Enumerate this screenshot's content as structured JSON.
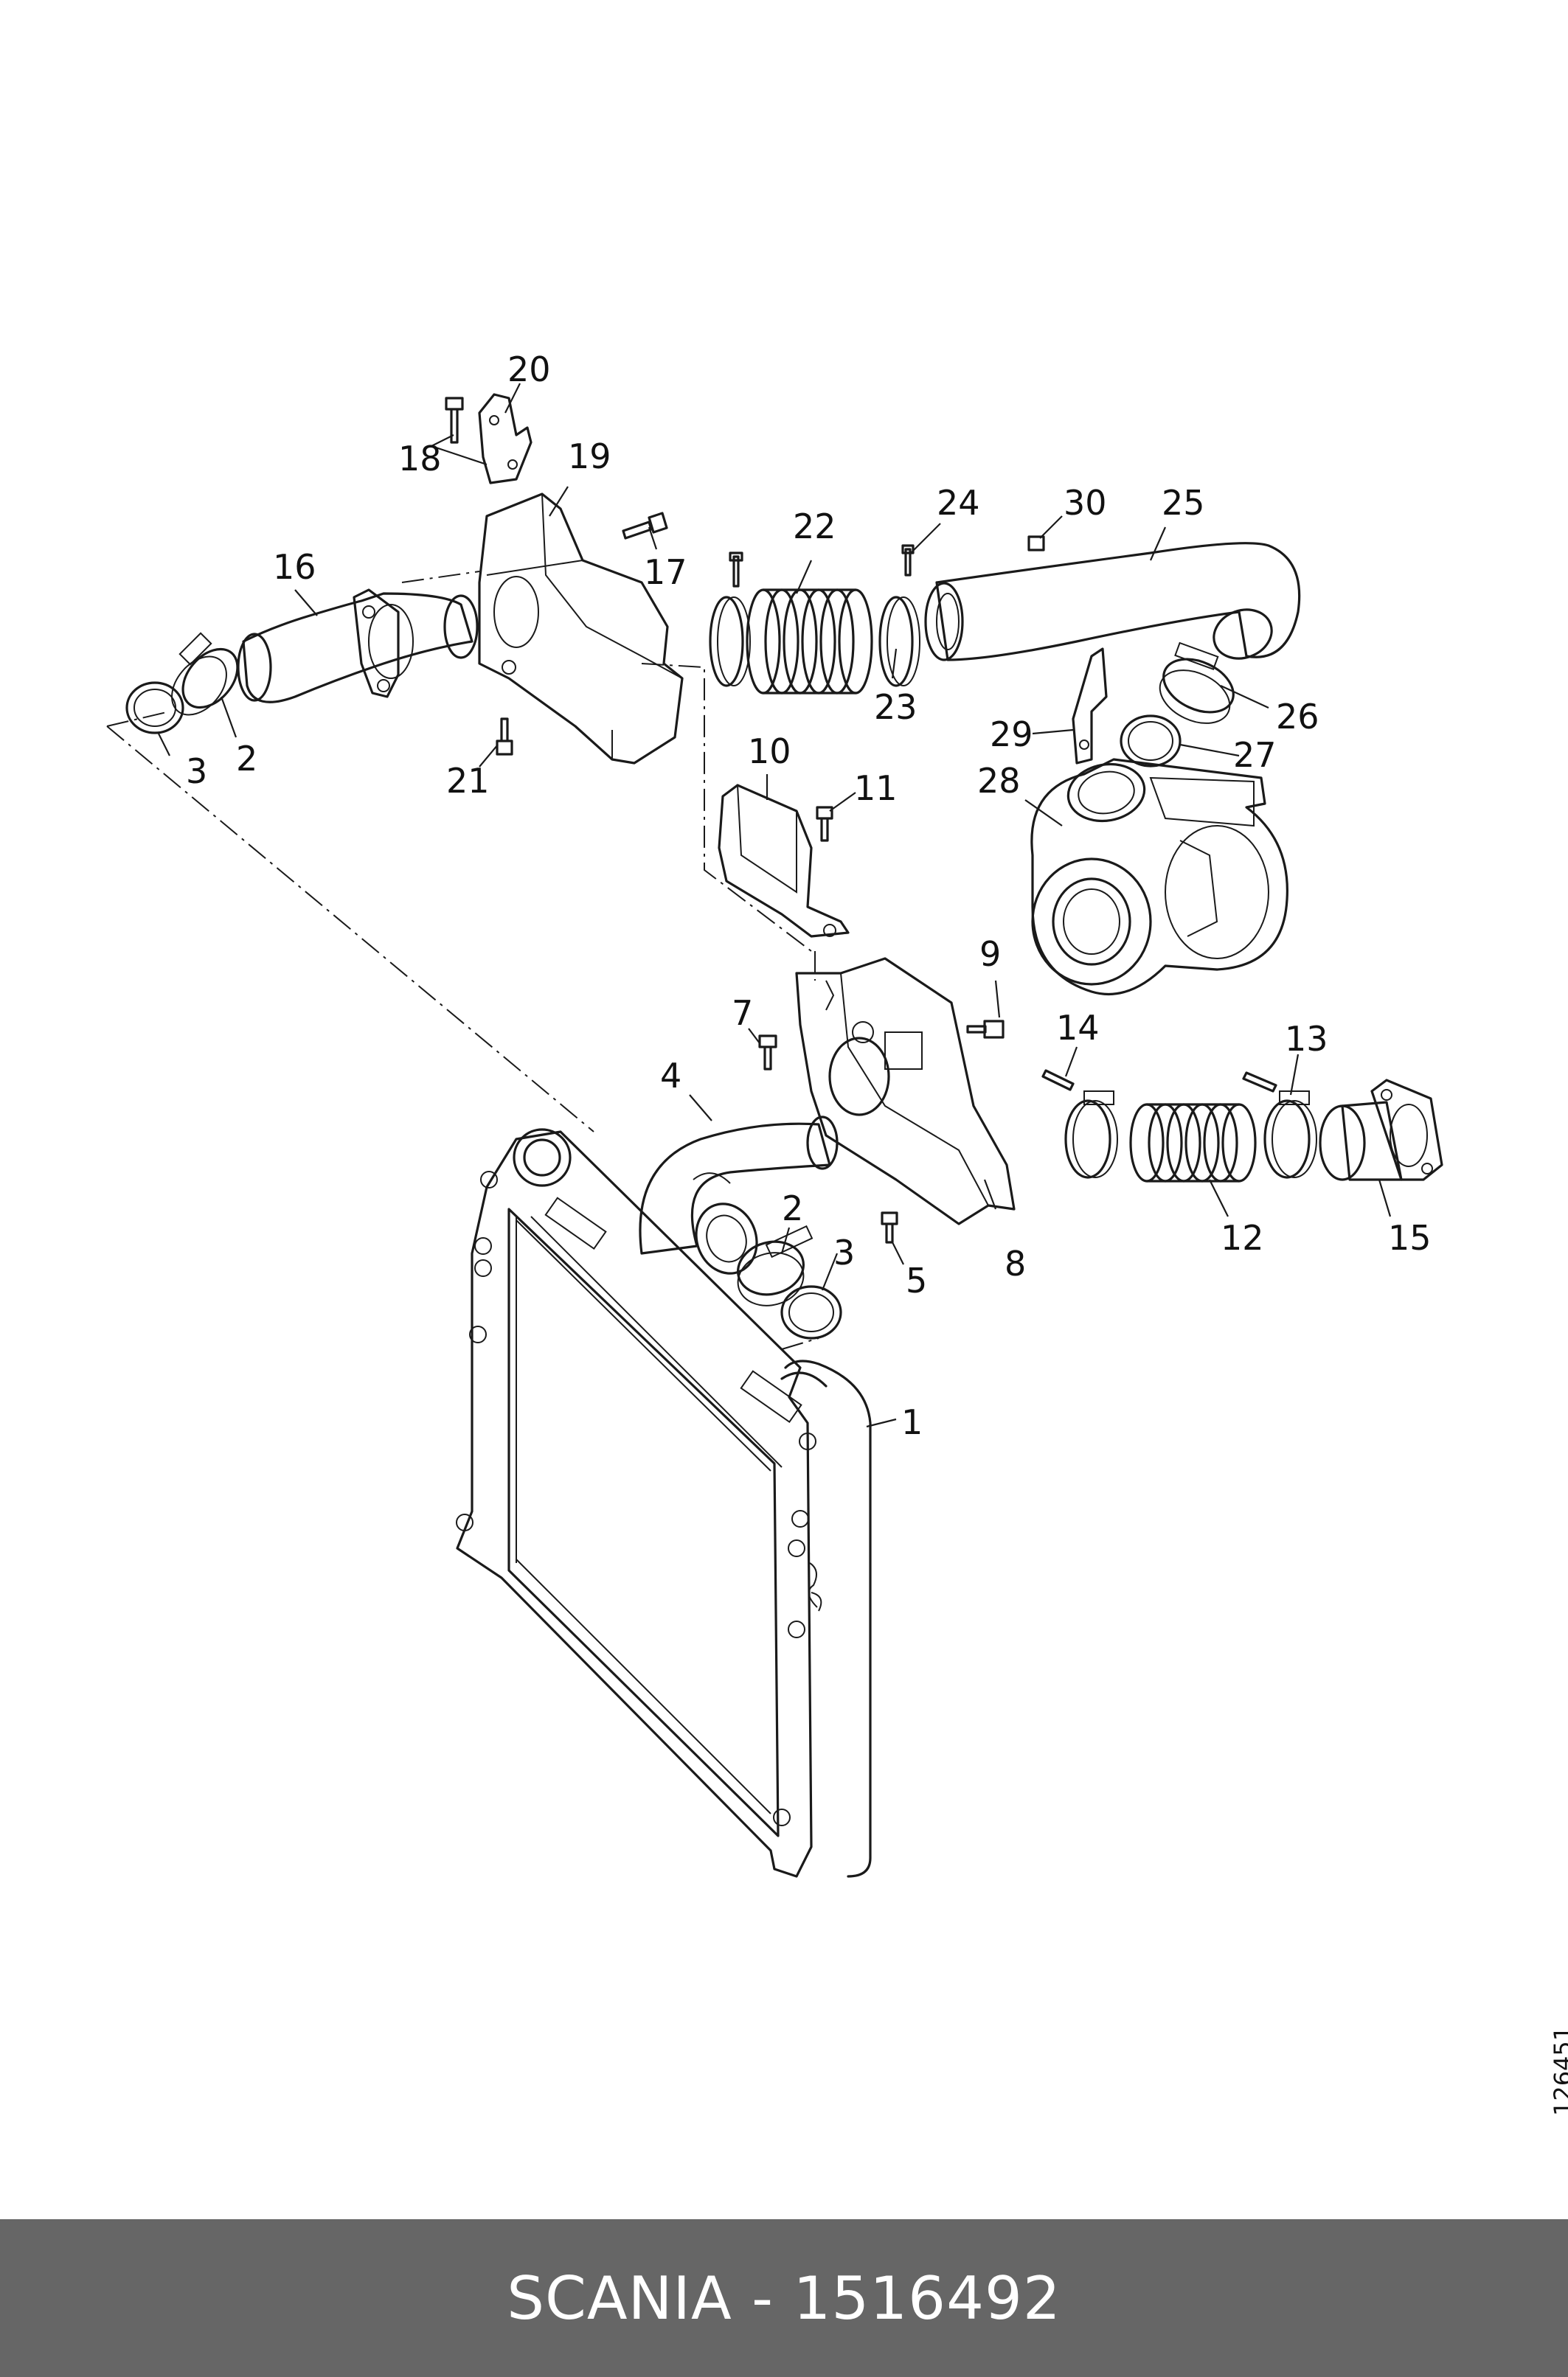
{
  "diagram": {
    "callouts": [
      "1",
      "2",
      "2",
      "3",
      "3",
      "4",
      "5",
      "7",
      "8",
      "9",
      "10",
      "11",
      "12",
      "13",
      "14",
      "15",
      "16",
      "17",
      "18",
      "19",
      "20",
      "21",
      "22",
      "23",
      "24",
      "25",
      "26",
      "27",
      "28",
      "29",
      "30"
    ],
    "drawing_number": "126451"
  },
  "footer": {
    "brand": "SCANIA",
    "separator": " - ",
    "part_number": "1516492"
  }
}
